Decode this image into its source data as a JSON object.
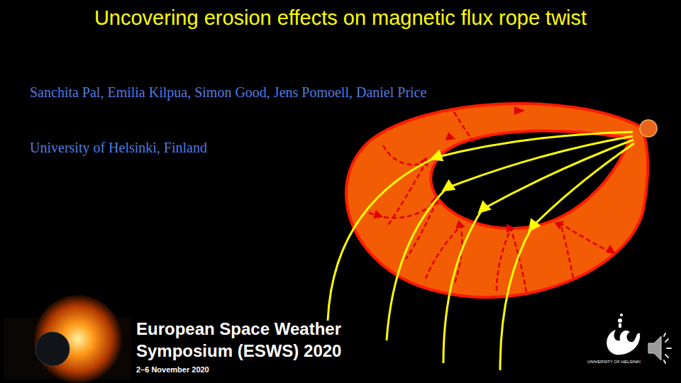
{
  "diagram": {
    "title": "Uncovering erosion effects on magnetic flux rope twist",
    "labels": [
      "Sanchita Pal, Emilia Kilpua, Simon Good, Jens Pomoell, Daniel Price",
      "University of Helsinki, Finland",
      "European Space Weather",
      "Symposium (ESWS) 2020",
      "2–6 November 2020",
      "UNIVERSITY OF HELSINKI"
    ]
  }
}
